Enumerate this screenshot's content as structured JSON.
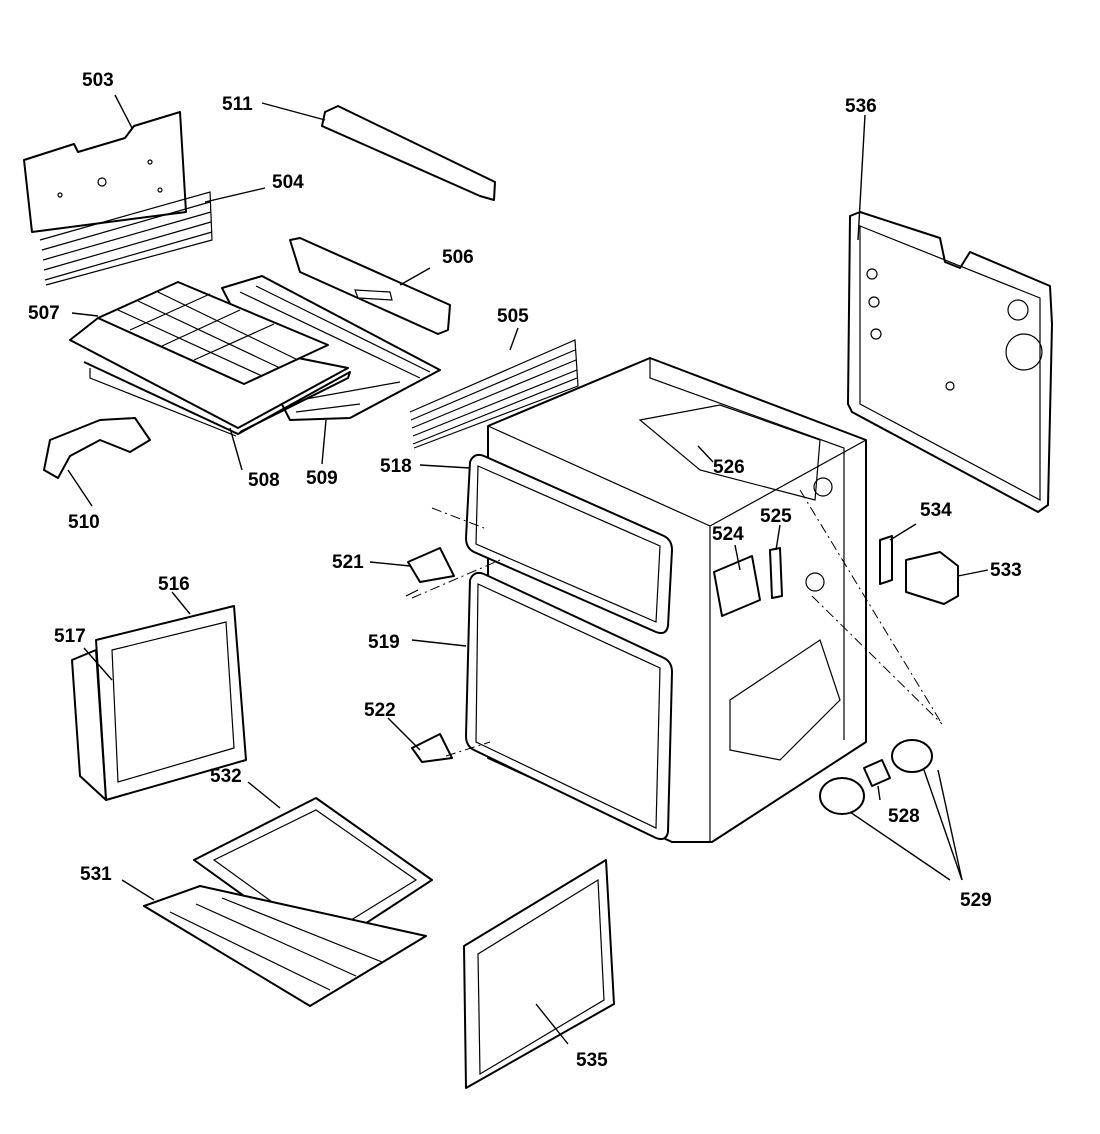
{
  "labels": {
    "l503": "503",
    "l504": "504",
    "l505": "505",
    "l506": "506",
    "l507": "507",
    "l508": "508",
    "l509": "509",
    "l510": "510",
    "l511": "511",
    "l516": "516",
    "l517": "517",
    "l518": "518",
    "l519": "519",
    "l521": "521",
    "l522": "522",
    "l524": "524",
    "l525": "525",
    "l526": "526",
    "l528": "528",
    "l529": "529",
    "l531": "531",
    "l532": "532",
    "l533": "533",
    "l534": "534",
    "l535": "535",
    "l536": "536"
  }
}
